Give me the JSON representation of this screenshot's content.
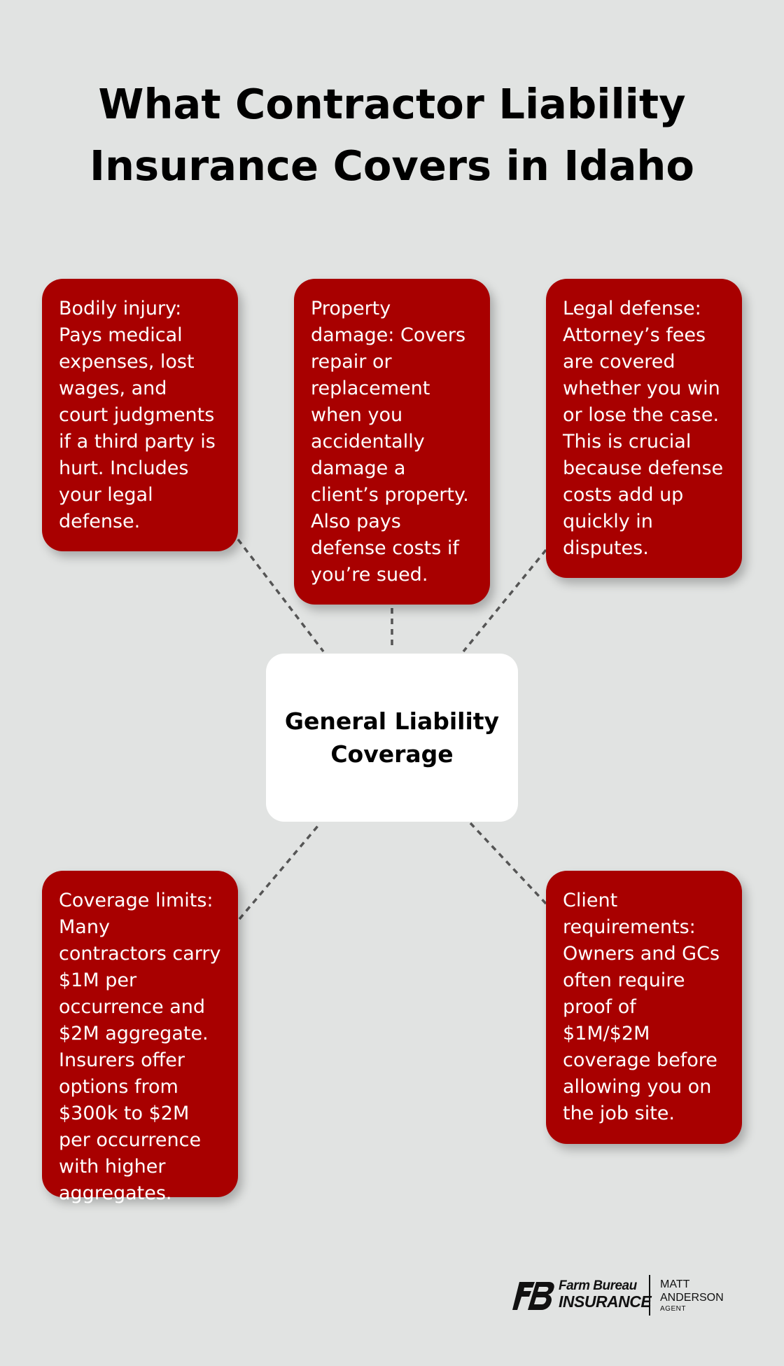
{
  "title": {
    "line1": "What Contractor Liability",
    "line2": "Insurance Covers in Idaho"
  },
  "hub": {
    "label": "General Liability Coverage"
  },
  "cards": [
    {
      "text": "Bodily injury: Pays medical expenses, lost wages, and court judgments if a third party is hurt. Includes your legal defense."
    },
    {
      "text": "Property damage: Covers repair or replacement when you accidentally damage a client’s property. Also pays defense costs if you’re sued."
    },
    {
      "text": "Legal defense: Attorney’s fees are covered whether you win or lose the case. This is crucial because defense costs add up quickly in disputes."
    },
    {
      "text": "Coverage limits: Many contractors carry $1M per occurrence and $2M aggregate. Insurers offer options from $300k to $2M per occurrence with higher aggregates."
    },
    {
      "text": "Client requirements: Owners and GCs often require proof of $1M/$2M coverage before allowing you on the job site."
    }
  ],
  "logo": {
    "brand_line1": "Farm Bureau",
    "brand_line2": "INSURANCE",
    "agent_first": "MATT",
    "agent_last": "ANDERSON",
    "agent_title": "AGENT"
  },
  "colors": {
    "background": "#e1e3e2",
    "card": "#a80000",
    "hub": "#ffffff",
    "connector": "#555555"
  }
}
